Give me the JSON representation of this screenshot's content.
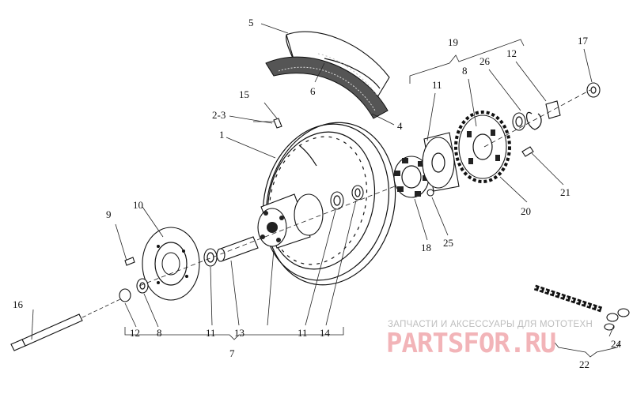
{
  "diagram": {
    "callouts": {
      "c1": "1",
      "c2_3": "2-3",
      "c4": "4",
      "c5": "5",
      "c6": "6",
      "c7": "7",
      "c8a": "8",
      "c8b": "8",
      "c9": "9",
      "c10": "10",
      "c11a": "11",
      "c11b": "11",
      "c11c": "11",
      "c12a": "12",
      "c12b": "12",
      "c13": "13",
      "c14": "14",
      "c15": "15",
      "c16": "16",
      "c17": "17",
      "c18": "18",
      "c19": "19",
      "c20": "20",
      "c21": "21",
      "c22": "22",
      "c24": "24",
      "c25": "25",
      "c26": "26"
    }
  },
  "watermark": {
    "tagline": "ЗАПЧАСТИ И АКСЕССУАРЫ ДЛЯ МОТОТЕХН",
    "logo": "PARTSFOR.RU",
    "logo_color": "#f2b4b8"
  }
}
